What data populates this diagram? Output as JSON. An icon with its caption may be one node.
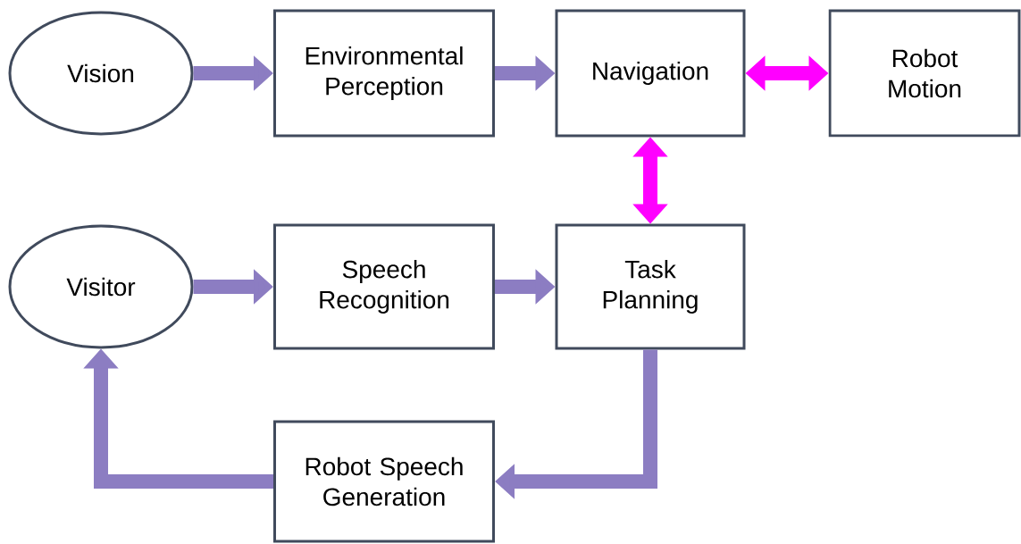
{
  "diagram": {
    "nodes": [
      {
        "text": [
          "Vision"
        ]
      },
      {
        "text": [
          "Environmental Perception"
        ]
      },
      {
        "text": [
          "Navigation"
        ]
      },
      {
        "text": [
          "Robot Motion"
        ]
      },
      {
        "text": [
          "Visitor"
        ]
      },
      {
        "text": [
          "Speech Recognition"
        ]
      },
      {
        "text": [
          "Task Planning"
        ]
      },
      {
        "text": [
          "Robot Speech Generation"
        ]
      }
    ],
    "edges": [
      {
        "from": 0,
        "to": 1,
        "arrow": "to"
      },
      {
        "from": 1,
        "to": 2,
        "arrow": "to"
      },
      {
        "from": 2,
        "to": 3,
        "arrow": "both",
        "color": "#ff00ff"
      },
      {
        "from": 2,
        "to": 6,
        "arrow": "both",
        "color": "#ff00ff"
      },
      {
        "from": 4,
        "to": 5,
        "arrow": "to"
      },
      {
        "from": 5,
        "to": 6,
        "arrow": "to"
      },
      {
        "from": 6,
        "to": 7,
        "arrow": "to"
      },
      {
        "from": 7,
        "to": 4,
        "arrow": "to"
      }
    ]
  }
}
